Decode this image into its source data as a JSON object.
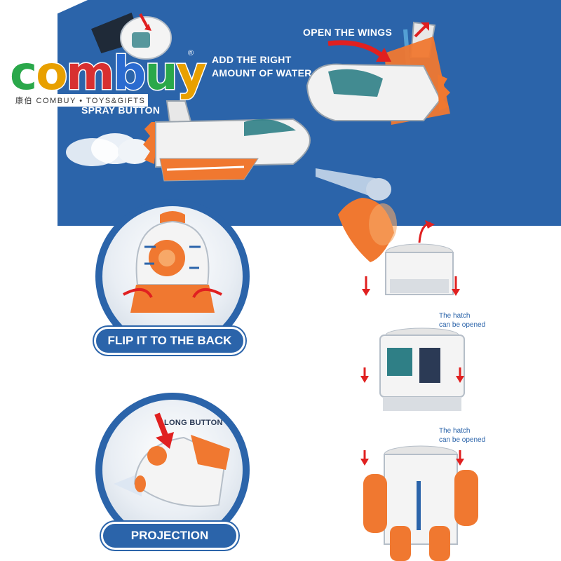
{
  "brand": {
    "logo_parts": [
      "c",
      "o",
      "m",
      "b",
      "u",
      "y"
    ],
    "tagline": "康伯  COMBUY • TOYS&GIFTS",
    "registered_mark": "®"
  },
  "labels": {
    "spray_button": "SPRAY BUTTON",
    "add_water_line1": "ADD THE RIGHT",
    "add_water_line2": "AMOUNT OF WATER",
    "open_wings": "OPEN THE WINGS",
    "flip_back": "FLIP IT TO THE BACK",
    "projection": "PROJECTION",
    "long_button": "LONG BUTTON",
    "hatch_1_line1": "The hatch",
    "hatch_1_line2": "can be opened",
    "hatch_2_line1": "The hatch",
    "hatch_2_line2": "can be opened"
  },
  "colors": {
    "banner_blue": "#2b64aa",
    "toy_orange": "#f07830",
    "toy_white": "#f2f2f2",
    "arrow_red": "#e02020",
    "cockpit_teal": "#2f7f86"
  },
  "icons": [
    "red-arrow-icon",
    "curved-arrow-icon",
    "spray-cloud-icon"
  ]
}
